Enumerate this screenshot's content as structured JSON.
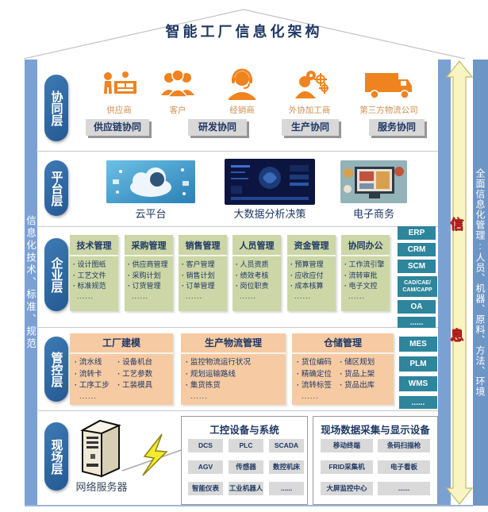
{
  "title": "智能工厂信息化架构",
  "left_bar": "信息化技术、标准、规范",
  "right_bar": "全面信息化管理:人员、机器、原料、方法、环境",
  "arrow": {
    "char_top": "信",
    "char_bottom": "息"
  },
  "colors": {
    "wall_blue": "#7ba1d3",
    "pill_blue": "#2f6ba6",
    "icon_orange": "#ef8320",
    "green_box": "#ccd6a6",
    "orange_box": "#f6caa2",
    "teal_badge": "#2e859c",
    "navy_text": "#1f3864",
    "arrow_yellow": "#f9f5c2",
    "red": "#c42222"
  },
  "layers": {
    "collab": {
      "label": "协同层",
      "partners": [
        {
          "name": "供应商"
        },
        {
          "name": "客户"
        },
        {
          "name": "经销商"
        },
        {
          "name": "外协加工商"
        },
        {
          "name": "第三方物流公司"
        }
      ],
      "buttons": [
        "供应链协同",
        "研发协同",
        "生产协同",
        "服务协同"
      ]
    },
    "platform": {
      "label": "平台层",
      "items": [
        "云平台",
        "大数据分析决策",
        "电子商务"
      ]
    },
    "enterprise": {
      "label": "企业层",
      "columns": [
        {
          "header": "技术管理",
          "items": [
            "设计图纸",
            "工艺文件",
            "标准规范"
          ],
          "more": "......"
        },
        {
          "header": "采购管理",
          "items": [
            "供应商管理",
            "采购计划",
            "订货管理"
          ],
          "more": "......"
        },
        {
          "header": "销售管理",
          "items": [
            "客户管理",
            "销售计划",
            "订单管理"
          ],
          "more": "......"
        },
        {
          "header": "人员管理",
          "items": [
            "人员资质",
            "绩效考核",
            "岗位职责"
          ],
          "more": "......"
        },
        {
          "header": "资金管理",
          "items": [
            "预算管理",
            "应收应付",
            "成本核算"
          ],
          "more": "......"
        },
        {
          "header": "协同办公",
          "items": [
            "工作流引擎",
            "流转审批",
            "电子文控"
          ],
          "more": "......"
        }
      ],
      "badges": [
        "ERP",
        "CRM",
        "SCM",
        "CAD/CAE/ CAM/CAPP",
        "OA",
        "......"
      ]
    },
    "control": {
      "label": "管控层",
      "boxes": [
        {
          "header": "工厂建模",
          "col1": [
            "流水线",
            "流转卡",
            "工序工步"
          ],
          "col2": [
            "设备机台",
            "工艺参数",
            "工装模具"
          ],
          "more": "......"
        },
        {
          "header": "生产物流管理",
          "items": [
            "监控物流运行状况",
            "规划运输路线",
            "集货拣货"
          ],
          "more": "......"
        },
        {
          "header": "仓储管理",
          "col1": [
            "货位编码",
            "精确定位",
            "流转标签"
          ],
          "col2": [
            "储区规划",
            "货品上架",
            "货品出库"
          ],
          "more": "......"
        }
      ],
      "badges": [
        "MES",
        "PLM",
        "WMS",
        "......"
      ]
    },
    "field": {
      "label": "现场层",
      "server_label": "网络服务器",
      "boxes": [
        {
          "title": "工控设备与系统",
          "chips": [
            "DCS",
            "PLC",
            "SCADA",
            "AGV",
            "传感器",
            "数控机床",
            "智能仪表",
            "工业机器人",
            "......"
          ]
        },
        {
          "title": "现场数据采集与显示设备",
          "chips": [
            "移动终端",
            "条码扫描枪",
            "FRID采集机",
            "电子看板",
            "大屏监控中心",
            "......"
          ]
        }
      ]
    }
  }
}
